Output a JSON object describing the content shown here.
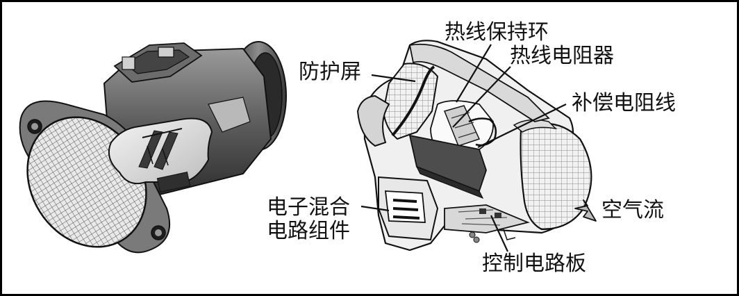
{
  "labels": {
    "hot_wire_retaining_ring": "热线保持环",
    "hot_wire_resistor": "热线电阻器",
    "protective_screen": "防护屏",
    "compensation_resistor_wire": "补偿电阻线",
    "electronic_hybrid_circuit_line1": "电子混合",
    "electronic_hybrid_circuit_line2": "电路组件",
    "air_flow": "空气流",
    "control_circuit_board": "控制电路板"
  }
}
